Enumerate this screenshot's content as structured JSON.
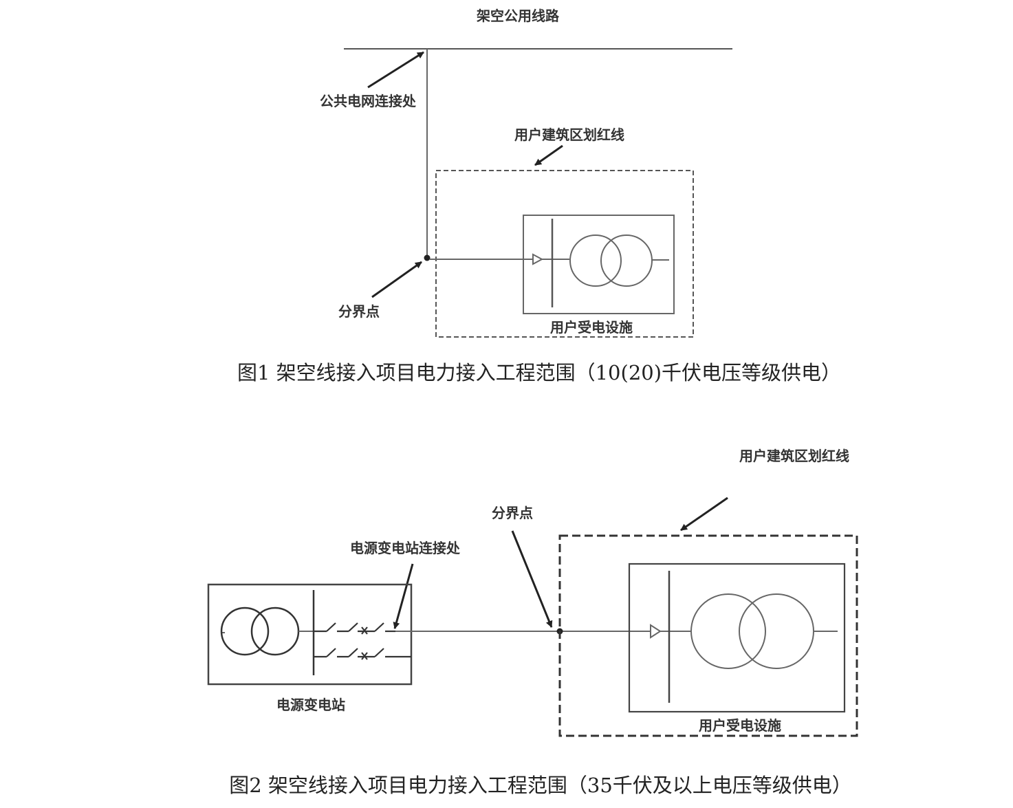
{
  "fig1": {
    "overhead_line_label": "架空公用线路",
    "grid_connection_label": "公共电网连接处",
    "red_line_label": "用户建筑区划红线",
    "demarcation_label": "分界点",
    "user_facility_label": "用户受电设施",
    "caption": "图1 架空线接入项目电力接入工程范围（10(20)千伏电压等级供电）"
  },
  "fig2": {
    "red_line_label": "用户建筑区划红线",
    "demarcation_label": "分界点",
    "substation_connection_label": "电源变电站连接处",
    "substation_label": "电源变电站",
    "user_facility_label": "用户受电设施",
    "caption": "图2 架空线接入项目电力接入工程范围（35千伏及以上电压等级供电）"
  }
}
